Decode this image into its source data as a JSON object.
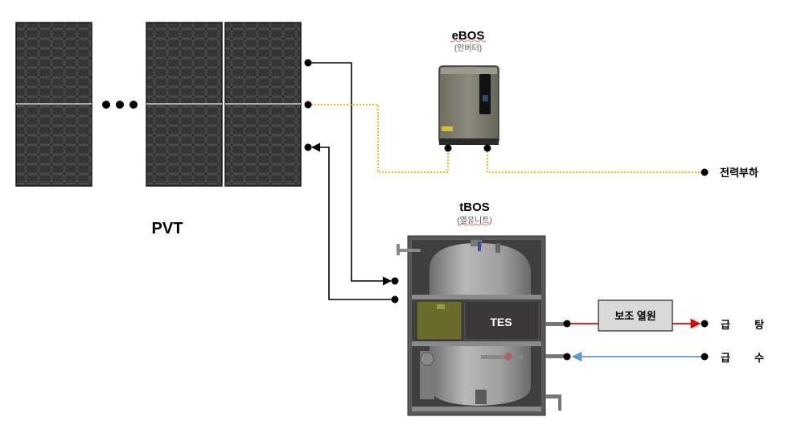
{
  "pvt": {
    "label": "PVT"
  },
  "ebos": {
    "title": "eBOS",
    "subtitle": "(인버터)"
  },
  "tbos": {
    "title": "tBOS",
    "subtitle": "(열유니트)"
  },
  "tes": {
    "label": "TES"
  },
  "aux_heat": {
    "label": "보조 열원"
  },
  "outputs": {
    "power_load": "전력부하",
    "hot_water_1": "급",
    "hot_water_2": "탕",
    "supply_water_1": "급",
    "supply_water_2": "수"
  },
  "colors": {
    "panel": "#2b2b2b",
    "cell_line": "#555555",
    "dc_line": "#000000",
    "ac_line": "#f0c000",
    "hot_line": "#e00000",
    "cold_line": "#5b9bd5",
    "aux_box_fill": "#d9d9d9",
    "inverter_body": "#7f7f72",
    "tank_frame": "#4a4a4a",
    "tank_body": "#9a9a9a"
  }
}
